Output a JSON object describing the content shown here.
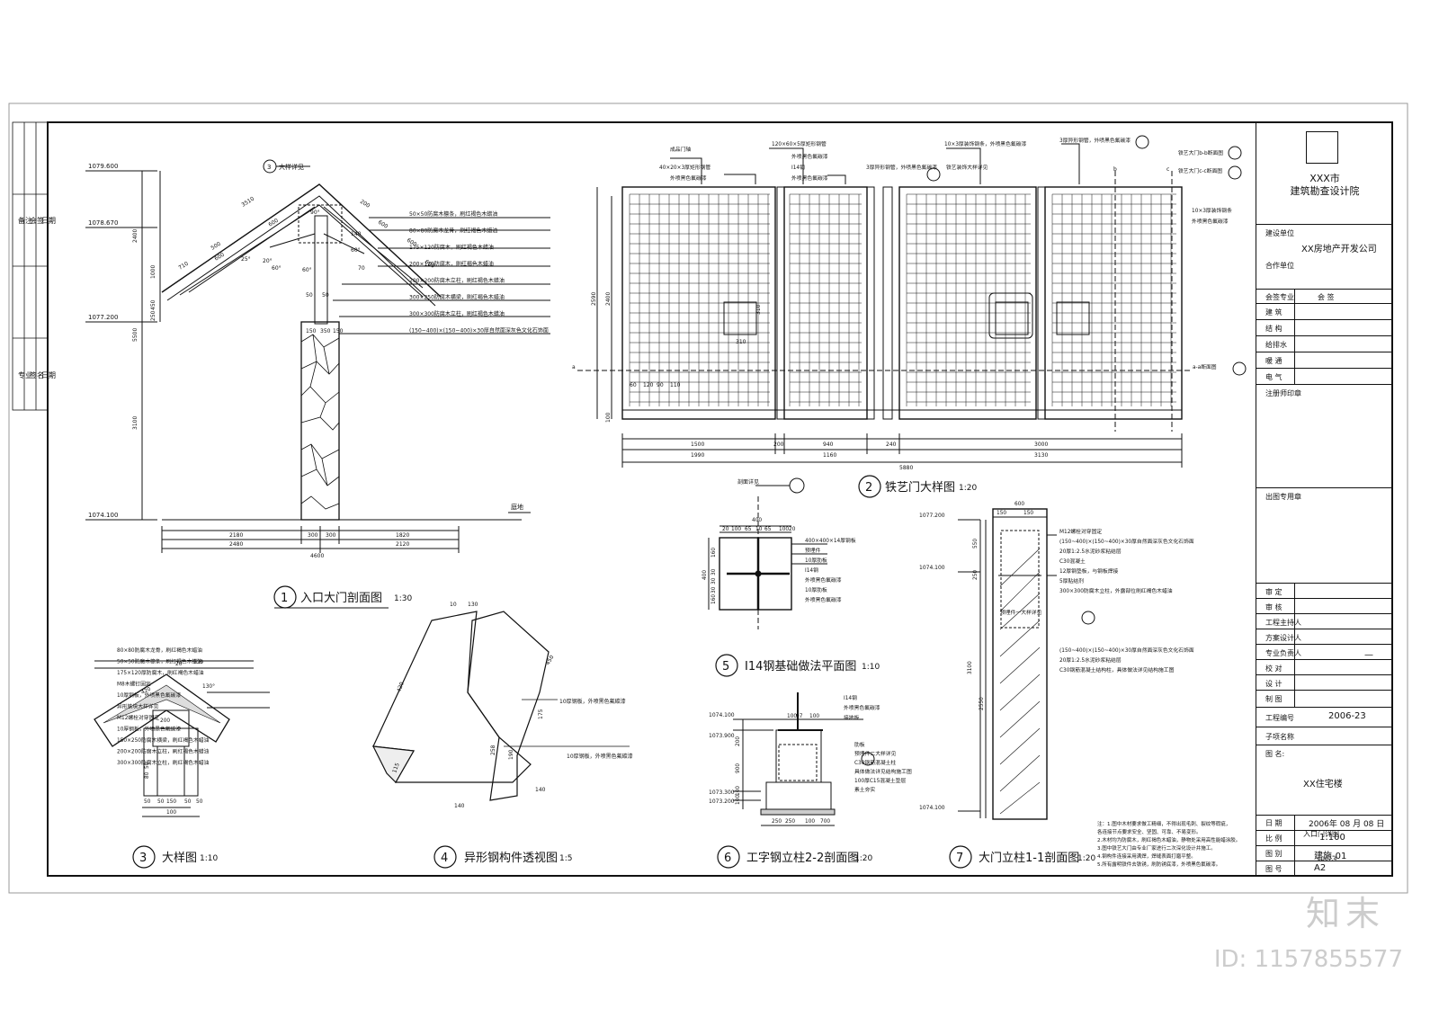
{
  "titleblock": {
    "institute_line1": "XXX市",
    "institute_line2": "建筑勘查设计院",
    "client_label": "建设单位",
    "client": "XX房地产开发公司",
    "partner_label": "合作单位",
    "sign_header": [
      "会签专业",
      "会  签"
    ],
    "disciplines": [
      "建  筑",
      "结  构",
      "给排水",
      "暖  通",
      "电  气"
    ],
    "reg_stamp": "注册师印章",
    "pub_stamp": "出图专用章",
    "roles": [
      "审  定",
      "审  核",
      "工程主持人",
      "方案设计人",
      "专业负责人",
      "校  对",
      "设  计",
      "制  图"
    ],
    "project_no_label": "工程编号",
    "project_no": "2006-23",
    "subproject_label": "子项名称",
    "drawing_name_label": "图  名:",
    "drawing_name": "XX住宅楼",
    "date_label": "日  期",
    "date": "2006年 08 月 08 日",
    "scale_label": "比  例",
    "scale": "1:100",
    "scale_overlay": "入口门详图",
    "drawing_no_label": "图  别",
    "drawing_no": "建施-01",
    "sheet_label": "图  号",
    "sheet": "A2",
    "sheet_overlay": "LD07.4",
    "dash": "—"
  },
  "views": {
    "v1": {
      "num": "1",
      "title": "入口大门剖面图",
      "scale": "1:30"
    },
    "v2": {
      "num": "2",
      "title": "铁艺门大样图",
      "scale": "1:20"
    },
    "v3": {
      "num": "3",
      "title": "大样图",
      "scale": "1:10"
    },
    "v4": {
      "num": "4",
      "title": "异形钢构件透视图",
      "scale": "1:5"
    },
    "v5": {
      "num": "5",
      "title": "I14钢基础做法平面图",
      "scale": "1:10"
    },
    "v6": {
      "num": "6",
      "title": "工字钢立柱2-2剖面图",
      "scale": "1:20"
    },
    "v7": {
      "num": "7",
      "title": "大门立柱1-1剖面图",
      "scale": "1:20"
    }
  },
  "v1_notes": [
    "50×50防腐木檩条，刷红褐色木蜡油",
    "80×80防腐木龙骨，刷红褐色木蜡油",
    "175×120防腐木，刷红褐色木蜡油",
    "200×120防腐木，刷红褐色木蜡油",
    "200×200防腐木立柱，刷红褐色木蜡油",
    "300×250防腐木横梁，刷红褐色木蜡油",
    "300×300防腐木立柱，刷红褐色木蜡油",
    "(150~400)×(150~400)×30厚自然面深灰色文化石饰面"
  ],
  "v1_elev": [
    "1079.600",
    "1078.670",
    "1077.200",
    "1074.100"
  ],
  "v1_dims": [
    "2180",
    "300",
    "300",
    "1820",
    "2480",
    "2120",
    "4600",
    "3100",
    "5500",
    "2400",
    "1000",
    "450",
    "250",
    "150",
    "350",
    "150",
    "3510",
    "600",
    "500",
    "710",
    "600",
    "200",
    "600",
    "600",
    "600",
    "20°",
    "60°",
    "60°",
    "25°",
    "60°",
    "70",
    "140",
    "50",
    "50",
    "90°"
  ],
  "v1_ground": "庭地",
  "v1_callout": "大样详见",
  "v2_top_notes": [
    "成品门轴",
    "40×20×3厚矩形钢管",
    "外喷黑色氟碳漆",
    "120×60×5厚矩形钢管",
    "外喷黑色氟碳漆",
    "I14钢",
    "外喷黑色氟碳漆",
    "3厚异形钢管，外喷黑色氟碳漆",
    "10×3厚装饰钢条，外喷黑色氟碳漆",
    "铁艺装饰大样详见",
    "3厚异形钢管，外喷黑色氟碳漆",
    "铁艺大门b-b断面图",
    "铁艺大门c-c断面图",
    "10×3厚装饰钢条",
    "外喷黑色氟碳漆",
    "a-a断面图"
  ],
  "v2_dims": [
    "1500",
    "200",
    "940",
    "240",
    "3000",
    "1990",
    "1160",
    "3130",
    "5880",
    "2590",
    "2400",
    "100",
    "310",
    "310",
    "60",
    "120",
    "90",
    "110",
    "a",
    "b",
    "c"
  ],
  "v3_notes": [
    "80×80防腐木龙骨，刷红褐色木蜡油",
    "50×50防腐木檩条，刷红褐色木蜡油",
    "175×120厚防腐木，刷红褐色木蜡油",
    "M8木螺钉固定",
    "10厚钢板，外喷黑色氟碳漆",
    "异形铁块大样详见",
    "M12螺栓对穿固定",
    "10厚钢板，外喷黑色氟碳漆",
    "150×250防腐木横梁，刷红褐色木蜡油",
    "200×200防腐木立柱，刷红褐色木蜡油",
    "300×300防腐木立柱，刷红褐色木蜡油"
  ],
  "v3_dims": [
    "420",
    "130",
    "20",
    "130°",
    "50",
    "150",
    "50",
    "100",
    "200",
    "50",
    "80",
    "50",
    "50"
  ],
  "v4_notes": [
    "10厚钢板，外喷黑色氟碳漆",
    "10厚钢板，外喷黑色氟碳漆"
  ],
  "v4_dims": [
    "10",
    "130",
    "420",
    "175",
    "115",
    "140",
    "258",
    "190",
    "450",
    "140"
  ],
  "v5_notes": [
    "400×400×14厚钢板",
    "预埋件",
    "10厚肋板",
    "I14钢",
    "外喷黑色氟碳漆",
    "10厚肋板",
    "外喷黑色氟碳漆",
    "剖面详见"
  ],
  "v5_dims": [
    "400",
    "20",
    "100",
    "65",
    "10",
    "65",
    "100",
    "20",
    "160",
    "30",
    "30",
    "30",
    "160",
    "400"
  ],
  "v6_notes": [
    "I14钢",
    "外喷黑色氟碳漆",
    "接地板",
    "肋板",
    "预埋件二大样详见",
    "C30钢筋混凝土柱",
    "具体做法详见结构施工图",
    "100厚C15混凝土垫层",
    "素土夯实"
  ],
  "v6_elev": [
    "1074.100",
    "1073.900",
    "1073.300",
    "1073.200"
  ],
  "v6_dims": [
    "100",
    "97",
    "100",
    "900",
    "200",
    "100",
    "100",
    "250",
    "250",
    "100",
    "700"
  ],
  "v7_notes": [
    "M12螺栓对穿固定",
    "(150~400)×(150~400)×30厚自然面深灰色文化石饰面",
    "20厚1:2.5水泥砂浆粘结层",
    "C30混凝土",
    "12厚钢垫板，与钢板焊接",
    "5厚贴结剂",
    "300×300防腐木立柱，外露部位刷红褐色木蜡油",
    "预埋件一大样详见",
    "(150~400)×(150~400)×30厚自然面深灰色文化石饰面",
    "20厚1:2.5水泥砂浆粘结层",
    "C30钢筋混凝土结构柱，具体做法详见结构施工图"
  ],
  "v7_elev": [
    "1077.200",
    "1074.100",
    "1074.100"
  ],
  "v7_dims": [
    "150",
    "150",
    "600",
    "550",
    "250",
    "3100",
    "2550"
  ],
  "general_notes": [
    "注：1.图中木材要求做工精细，不得出现毛刺、裂纹等瑕疵，",
    "各连接节点要求安全、坚固、可靠、不易变形。",
    "2.木材均为防腐木，刷红褐色木蜡油，静物处采用高性能蜡涂胶。",
    "3.图中铁艺大门由专业厂家进行二次深化设计并施工。",
    "4.钢构件连接采用满焊，焊缝表面打磨平整。",
    "5.所有露明铁件去铁锈，刷防锈底漆，外喷黑色氟碳漆。"
  ],
  "left_strip": [
    "备注",
    "会签",
    "日期",
    "专业",
    "签名",
    "日期"
  ],
  "watermark": {
    "brand": "知末",
    "id": "ID: 1157855577"
  }
}
